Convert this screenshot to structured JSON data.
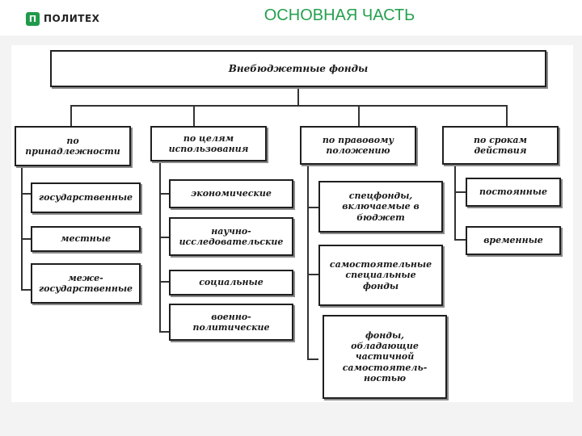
{
  "header": {
    "logo_glyph": "П",
    "logo_text": "ПОЛИТЕХ",
    "title": "ОСНОВНАЯ ЧАСТЬ",
    "brand_color": "#25a04f"
  },
  "diagram": {
    "root": "Внебюджетные фонды",
    "categories": [
      {
        "label": "по\nпринадлежности",
        "items": [
          "государственные",
          "местные",
          "меже-\nгосударственные"
        ]
      },
      {
        "label": "по целям\nиспользования",
        "items": [
          "экономические",
          "научно-\nисследовательские",
          "социальные",
          "военно-\nполитические"
        ]
      },
      {
        "label": "по правовому\nположению",
        "items": [
          "спецфонды,\nвключаемые в\nбюджет",
          "самостоятельные\nспециальные\nфонды",
          "фонды,\nобладающие\nчастичной\nсамостоятель-\nностью"
        ]
      },
      {
        "label": "по срокам\nдействия",
        "items": [
          "постоянные",
          "временные"
        ]
      }
    ]
  }
}
